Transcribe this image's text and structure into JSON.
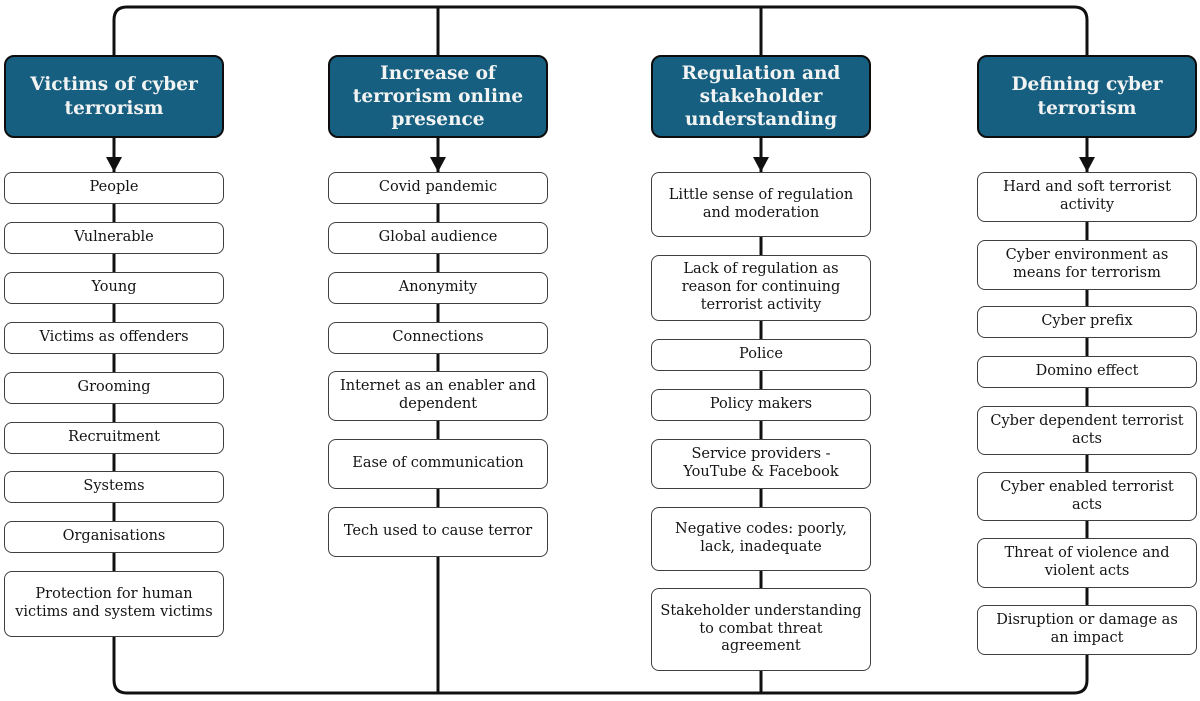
{
  "colors": {
    "header_background": "#175f80",
    "header_text": "#f2f4f4",
    "connector_line": "#101010",
    "node_border": "#3f3f3f",
    "node_background": "#ffffff",
    "node_text": "#141414",
    "page_background": "#ffffff"
  },
  "diagram": {
    "type": "concept-map",
    "columns": [
      {
        "title": "Victims of cyber terrorism",
        "items": [
          "People",
          "Vulnerable",
          "Young",
          "Victims as offenders",
          "Grooming",
          "Recruitment",
          "Systems",
          "Organisations",
          "Protection for human victims and system victims"
        ]
      },
      {
        "title": "Increase of terrorism online presence",
        "items": [
          "Covid pandemic",
          "Global audience",
          "Anonymity",
          "Connections",
          "Internet as an enabler and dependent",
          "Ease of communication",
          "Tech used to cause terror"
        ]
      },
      {
        "title": "Regulation and stakeholder understanding",
        "items": [
          "Little sense of regulation and moderation",
          "Lack of regulation as reason for continuing terrorist activity",
          "Police",
          "Policy makers",
          "Service providers - YouTube & Facebook",
          "Negative codes: poorly, lack, inadequate",
          "Stakeholder understanding to combat threat agreement"
        ]
      },
      {
        "title": "Defining cyber terrorism",
        "items": [
          "Hard and soft terrorist activity",
          "Cyber environment as means for terrorism",
          "Cyber prefix",
          "Domino effect",
          "Cyber dependent terrorist acts",
          "Cyber enabled terrorist acts",
          "Threat of violence and violent acts",
          "Disruption or damage as an impact"
        ]
      }
    ]
  }
}
